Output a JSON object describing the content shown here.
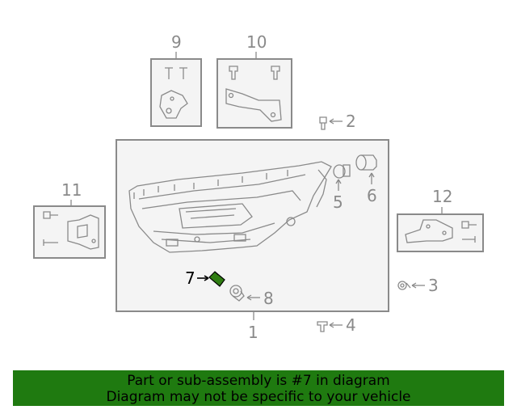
{
  "callouts": {
    "c1": "1",
    "c2": "2",
    "c3": "3",
    "c4": "4",
    "c5": "5",
    "c6": "6",
    "c7": "7",
    "c8": "8",
    "c9": "9",
    "c10": "10",
    "c11": "11",
    "c12": "12"
  },
  "highlight": {
    "part": "7",
    "color": "#1f7a10"
  },
  "banner": {
    "line1": "Part or sub-assembly is #7 in diagram",
    "line2": "Diagram may not be specific to your vehicle",
    "background": "#1f7a10"
  }
}
